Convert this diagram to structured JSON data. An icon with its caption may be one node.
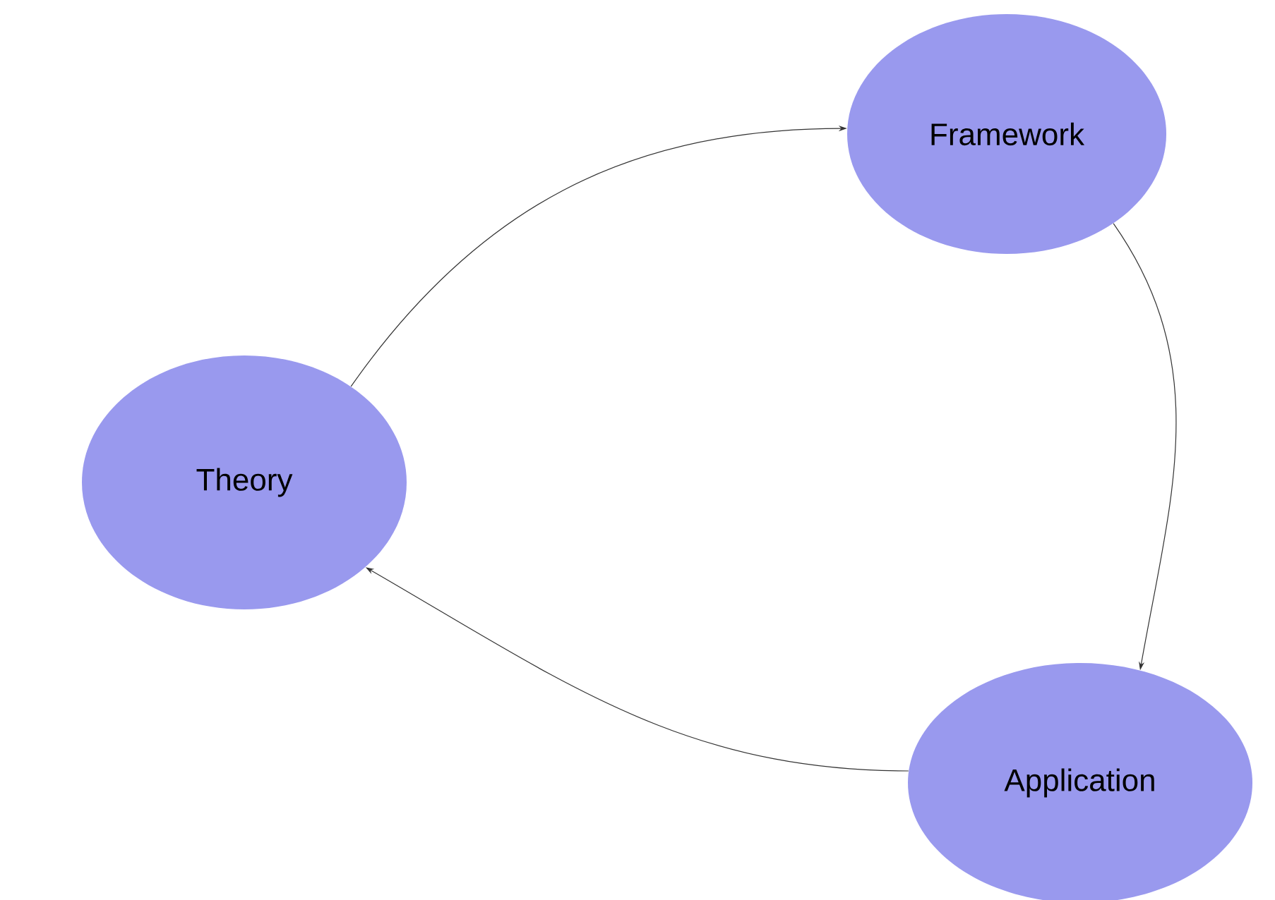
{
  "diagram": {
    "nodes": [
      {
        "text": [
          "Theory"
        ]
      },
      {
        "text": [
          "Framework"
        ]
      },
      {
        "text": [
          "Application"
        ]
      }
    ],
    "edges": [
      {
        "from": 0,
        "to": 1,
        "arrow": "to"
      },
      {
        "from": 1,
        "to": 2,
        "arrow": "to"
      },
      {
        "from": 2,
        "to": 0,
        "arrow": "to"
      }
    ]
  }
}
